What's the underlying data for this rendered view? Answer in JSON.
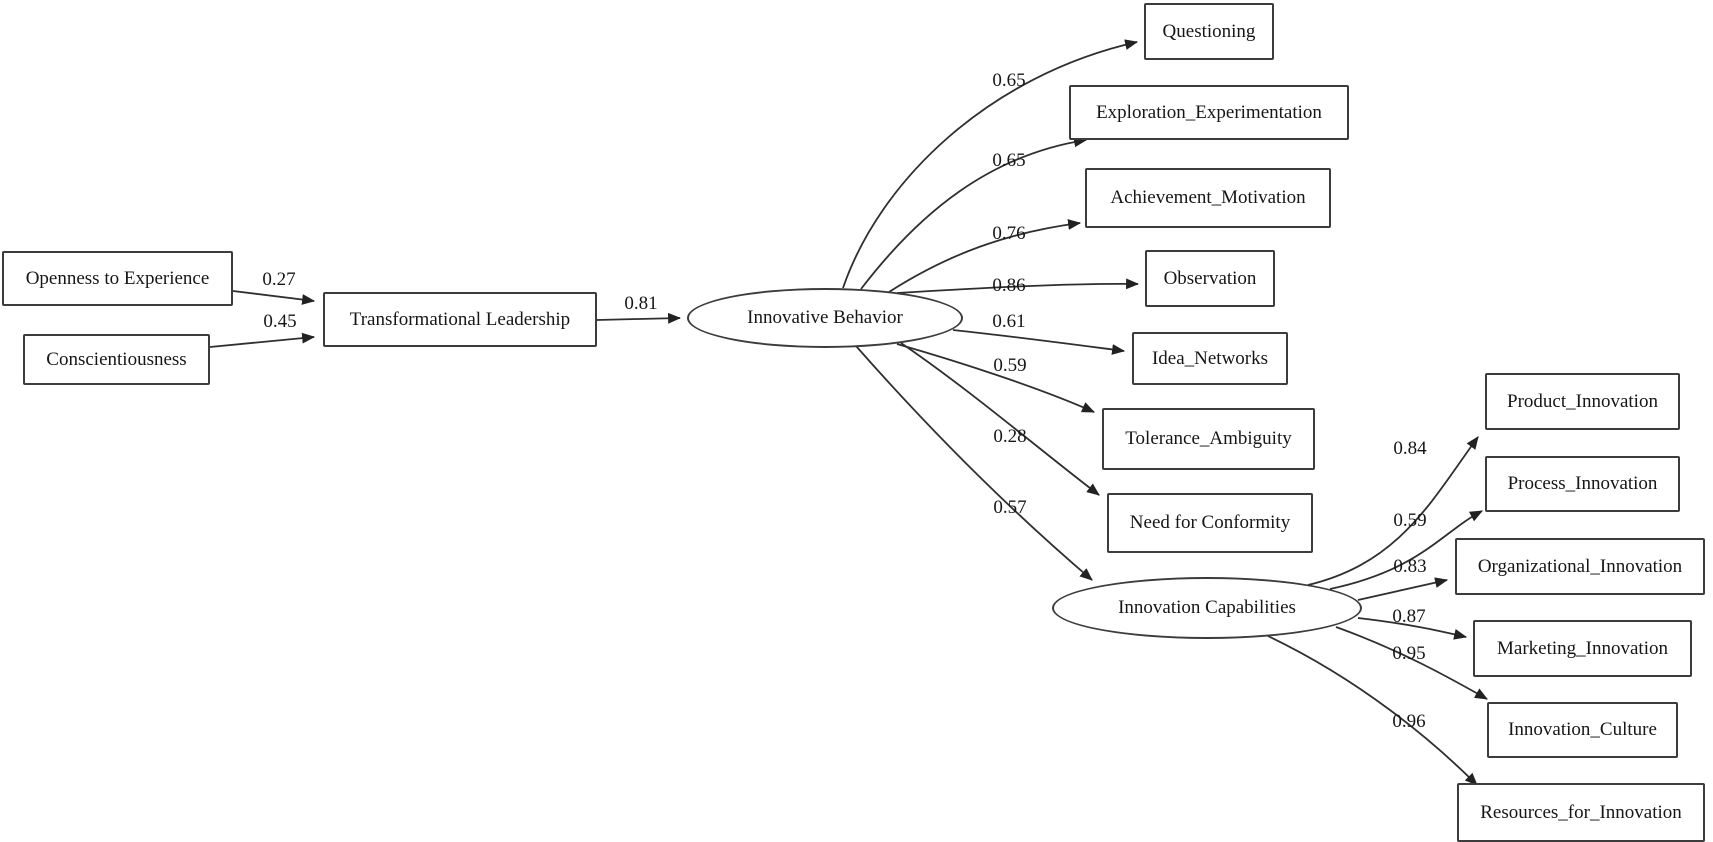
{
  "diagram": {
    "type": "sem-path-diagram",
    "colors": {
      "background": "#ffffff",
      "stroke": "#2f2f2f",
      "text": "#161616"
    },
    "nodes": {
      "openness": "Openness to Experience",
      "conscientiousness": "Conscientiousness",
      "transformational_leadership": "Transformational Leadership",
      "innovative_behavior": "Innovative Behavior",
      "questioning": "Questioning",
      "exploration_experimentation": "Exploration_Experimentation",
      "achievement_motivation": "Achievement_Motivation",
      "observation": "Observation",
      "idea_networks": "Idea_Networks",
      "tolerance_ambiguity": "Tolerance_Ambiguity",
      "need_for_conformity": "Need for Conformity",
      "innovation_capabilities": "Innovation Capabilities",
      "product_innovation": "Product_Innovation",
      "process_innovation": "Process_Innovation",
      "organizational_innovation": "Organizational_Innovation",
      "marketing_innovation": "Marketing_Innovation",
      "innovation_culture": "Innovation_Culture",
      "resources_for_innovation": "Resources_for_Innovation"
    },
    "edges": [
      {
        "from": "openness",
        "to": "transformational_leadership",
        "weight": "0.27"
      },
      {
        "from": "conscientiousness",
        "to": "transformational_leadership",
        "weight": "0.45"
      },
      {
        "from": "transformational_leadership",
        "to": "innovative_behavior",
        "weight": "0.81"
      },
      {
        "from": "innovative_behavior",
        "to": "questioning",
        "weight": "0.65"
      },
      {
        "from": "innovative_behavior",
        "to": "exploration_experimentation",
        "weight": "0.65"
      },
      {
        "from": "innovative_behavior",
        "to": "achievement_motivation",
        "weight": "0.76"
      },
      {
        "from": "innovative_behavior",
        "to": "observation",
        "weight": "0.86"
      },
      {
        "from": "innovative_behavior",
        "to": "idea_networks",
        "weight": "0.61"
      },
      {
        "from": "innovative_behavior",
        "to": "tolerance_ambiguity",
        "weight": "0.59"
      },
      {
        "from": "innovative_behavior",
        "to": "need_for_conformity",
        "weight": "0.28"
      },
      {
        "from": "innovative_behavior",
        "to": "innovation_capabilities",
        "weight": "0.57"
      },
      {
        "from": "innovation_capabilities",
        "to": "product_innovation",
        "weight": "0.84"
      },
      {
        "from": "innovation_capabilities",
        "to": "process_innovation",
        "weight": "0.59"
      },
      {
        "from": "innovation_capabilities",
        "to": "organizational_innovation",
        "weight": "0.83"
      },
      {
        "from": "innovation_capabilities",
        "to": "marketing_innovation",
        "weight": "0.87"
      },
      {
        "from": "innovation_capabilities",
        "to": "innovation_culture",
        "weight": "0.95"
      },
      {
        "from": "innovation_capabilities",
        "to": "resources_for_innovation",
        "weight": "0.96"
      }
    ]
  }
}
